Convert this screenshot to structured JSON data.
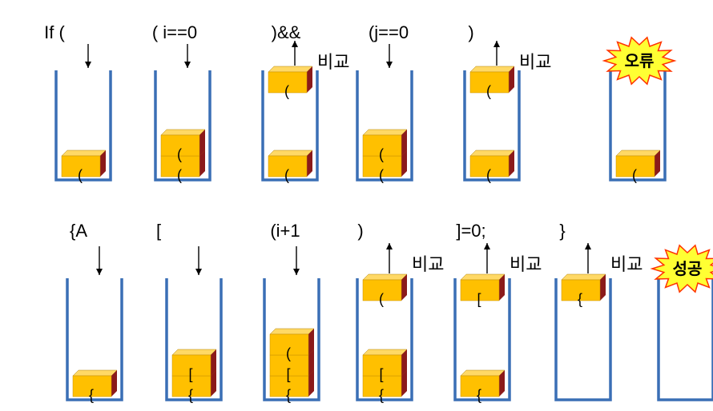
{
  "rows": [
    {
      "stacks": [
        {
          "token": "If (",
          "action": "push",
          "items": [
            "("
          ]
        },
        {
          "token": "( i==0",
          "action": "push",
          "items": [
            "(",
            "("
          ]
        },
        {
          "token": ")&&",
          "action": "pop",
          "items": [
            "("
          ],
          "popped": "(",
          "compare": "비교"
        },
        {
          "token": "(j==0",
          "action": "push",
          "items": [
            "(",
            "("
          ]
        },
        {
          "token": ")",
          "action": "pop",
          "items": [
            "("
          ],
          "popped": "(",
          "compare": "비교"
        },
        {
          "token": "",
          "action": "result",
          "items": [
            "("
          ],
          "result": "오류"
        }
      ]
    },
    {
      "stacks": [
        {
          "token": "{A",
          "action": "push",
          "items": [
            "{"
          ]
        },
        {
          "token": "[",
          "action": "push",
          "items": [
            "{",
            "["
          ]
        },
        {
          "token": "(i+1",
          "action": "push",
          "items": [
            "{",
            "[",
            "("
          ]
        },
        {
          "token": ")",
          "action": "pop",
          "items": [
            "{",
            "["
          ],
          "popped": "(",
          "compare": "비교"
        },
        {
          "token": "]=0;",
          "action": "pop",
          "items": [
            "{"
          ],
          "popped": "[",
          "compare": "비교"
        },
        {
          "token": "}",
          "action": "pop",
          "items": [],
          "popped": "{",
          "compare": "비교"
        },
        {
          "token": "",
          "action": "result",
          "items": [],
          "result": "성공"
        }
      ]
    }
  ],
  "colors": {
    "container": "#3a6fb5",
    "box_front": "#ffc000",
    "box_top": "#ffd966",
    "box_side": "#8b1a1a",
    "burst_fill": "#ffff33",
    "burst_stroke": "#ff3300",
    "arrow": "#000000"
  }
}
